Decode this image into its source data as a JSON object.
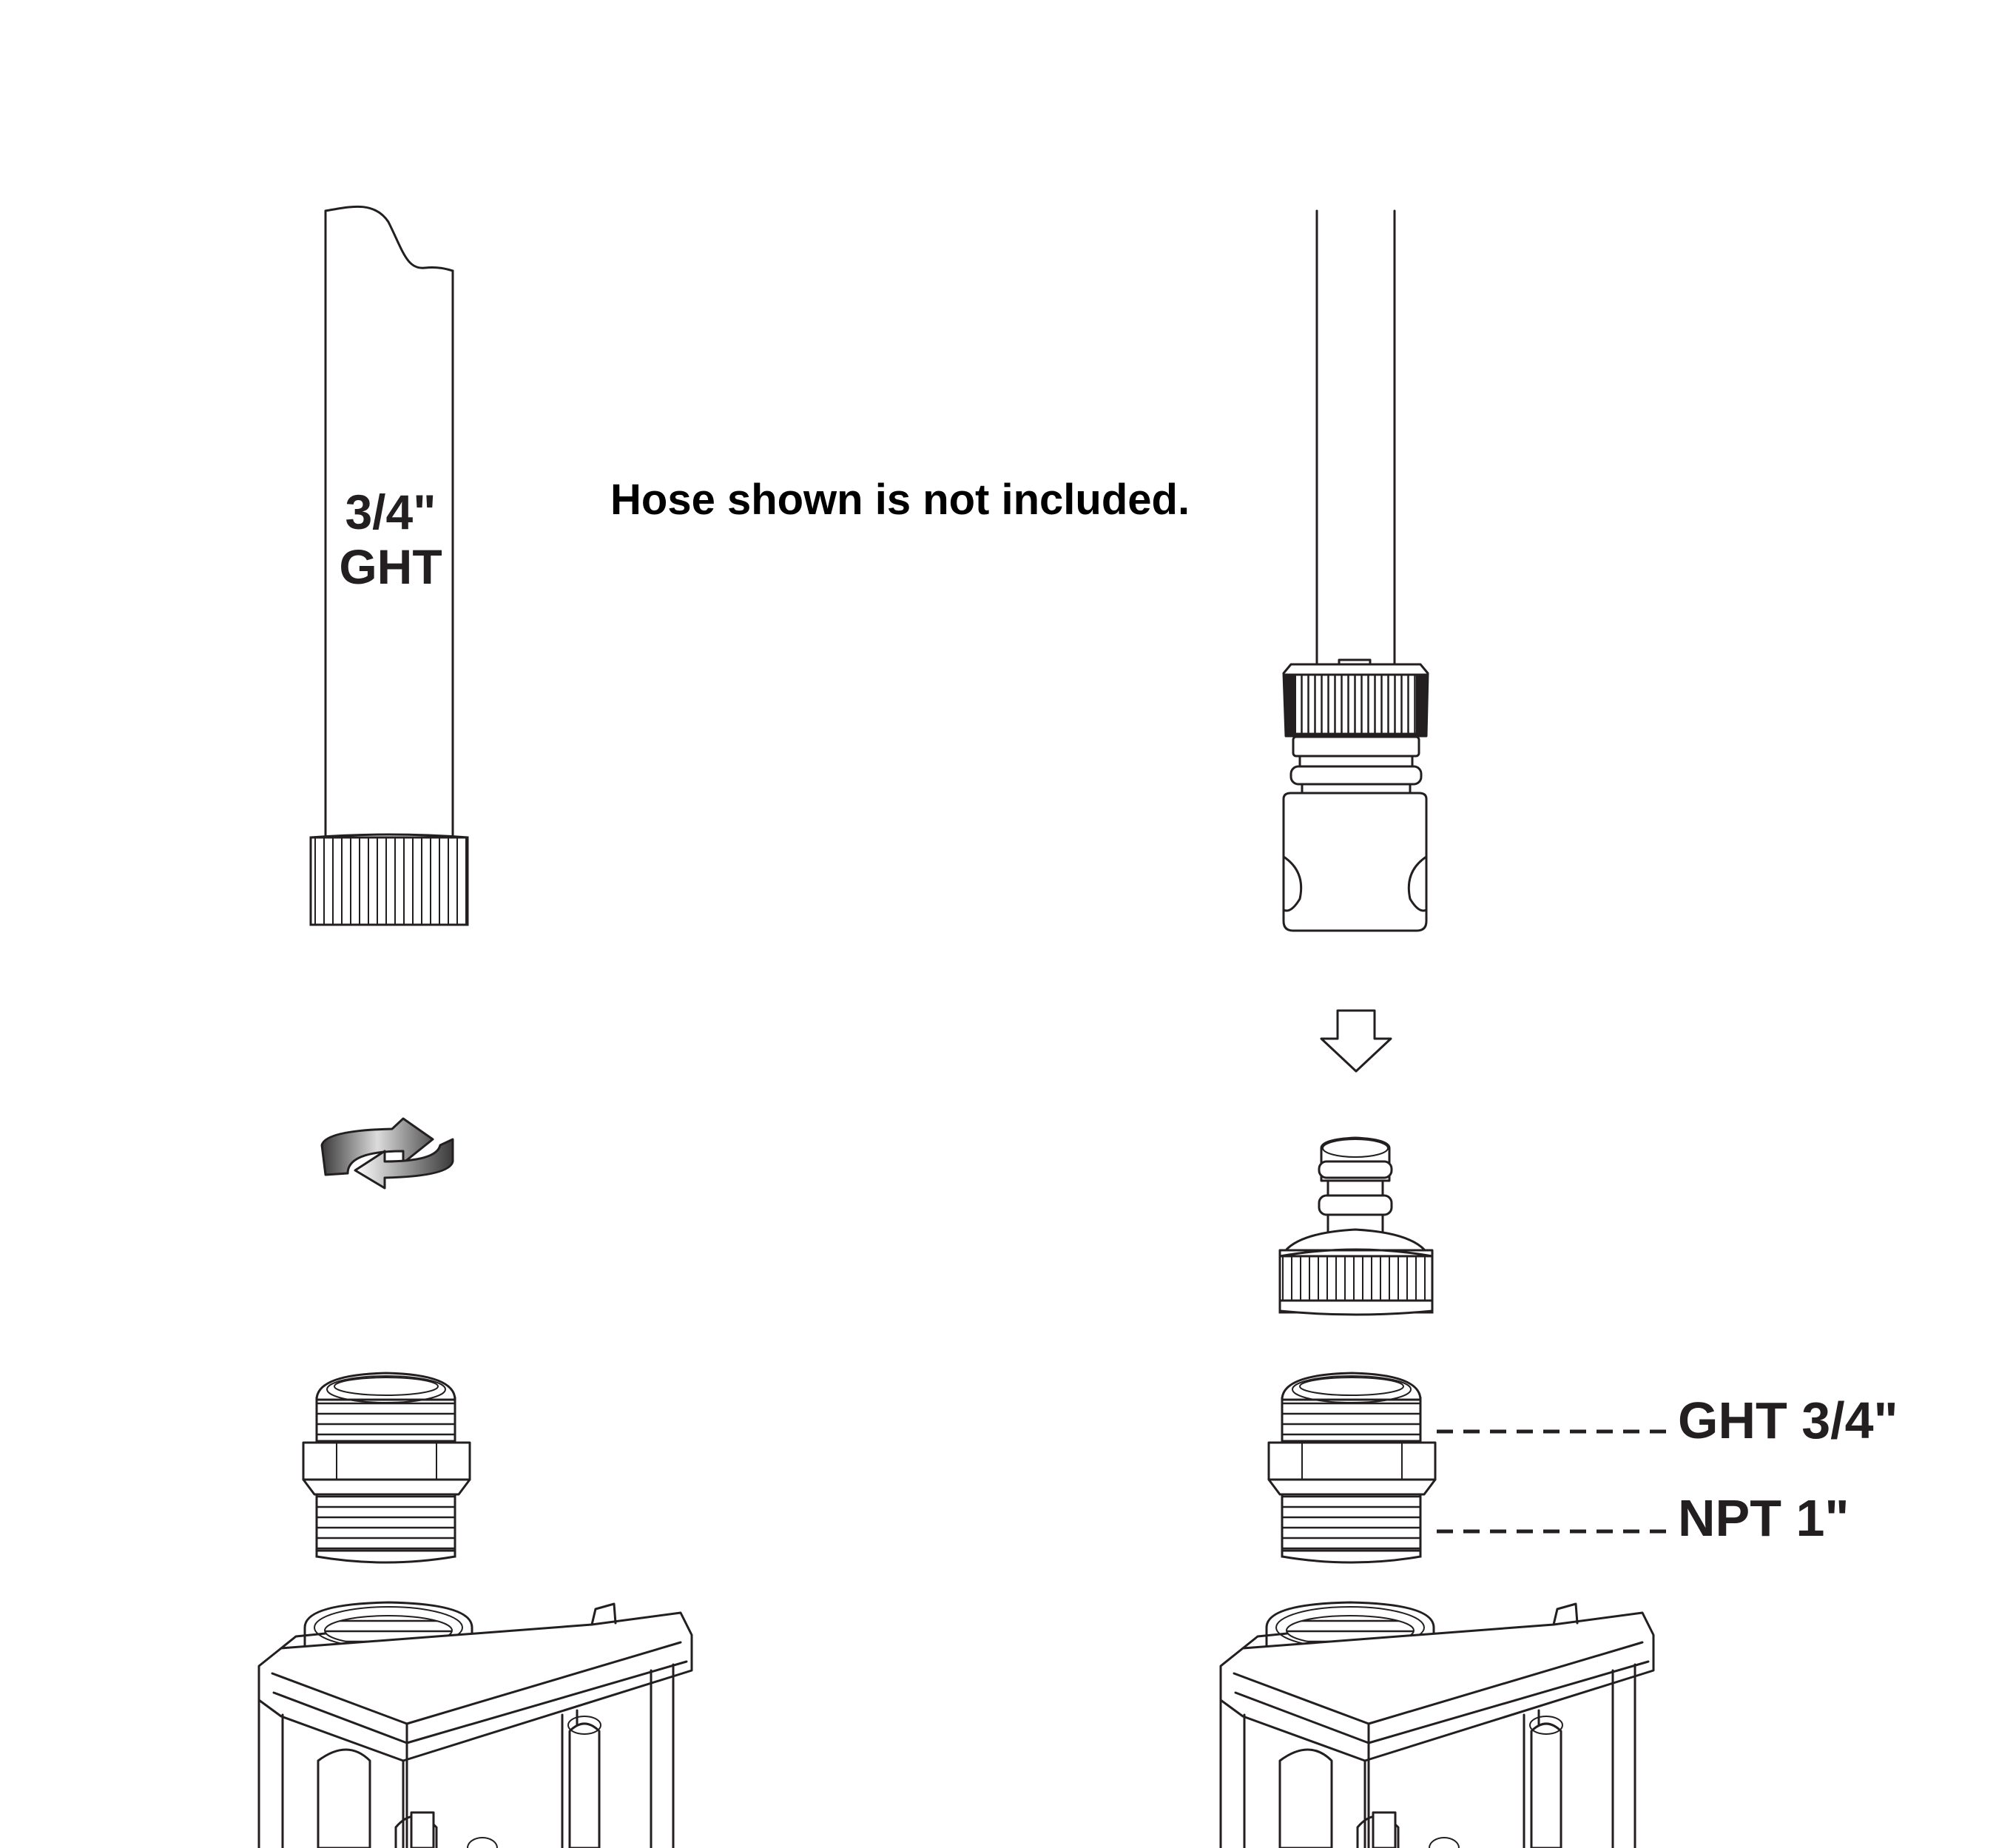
{
  "note": "Hose shown is not included.",
  "left_assembly": {
    "hose_label_line1": "3/4\"",
    "hose_label_line2": "GHT"
  },
  "right_assembly": {
    "callout_top": "GHT 3/4\"",
    "callout_bottom": "NPT 1\""
  },
  "icons": {
    "rotate": "rotate-arrows-icon",
    "down": "down-arrow-icon"
  }
}
